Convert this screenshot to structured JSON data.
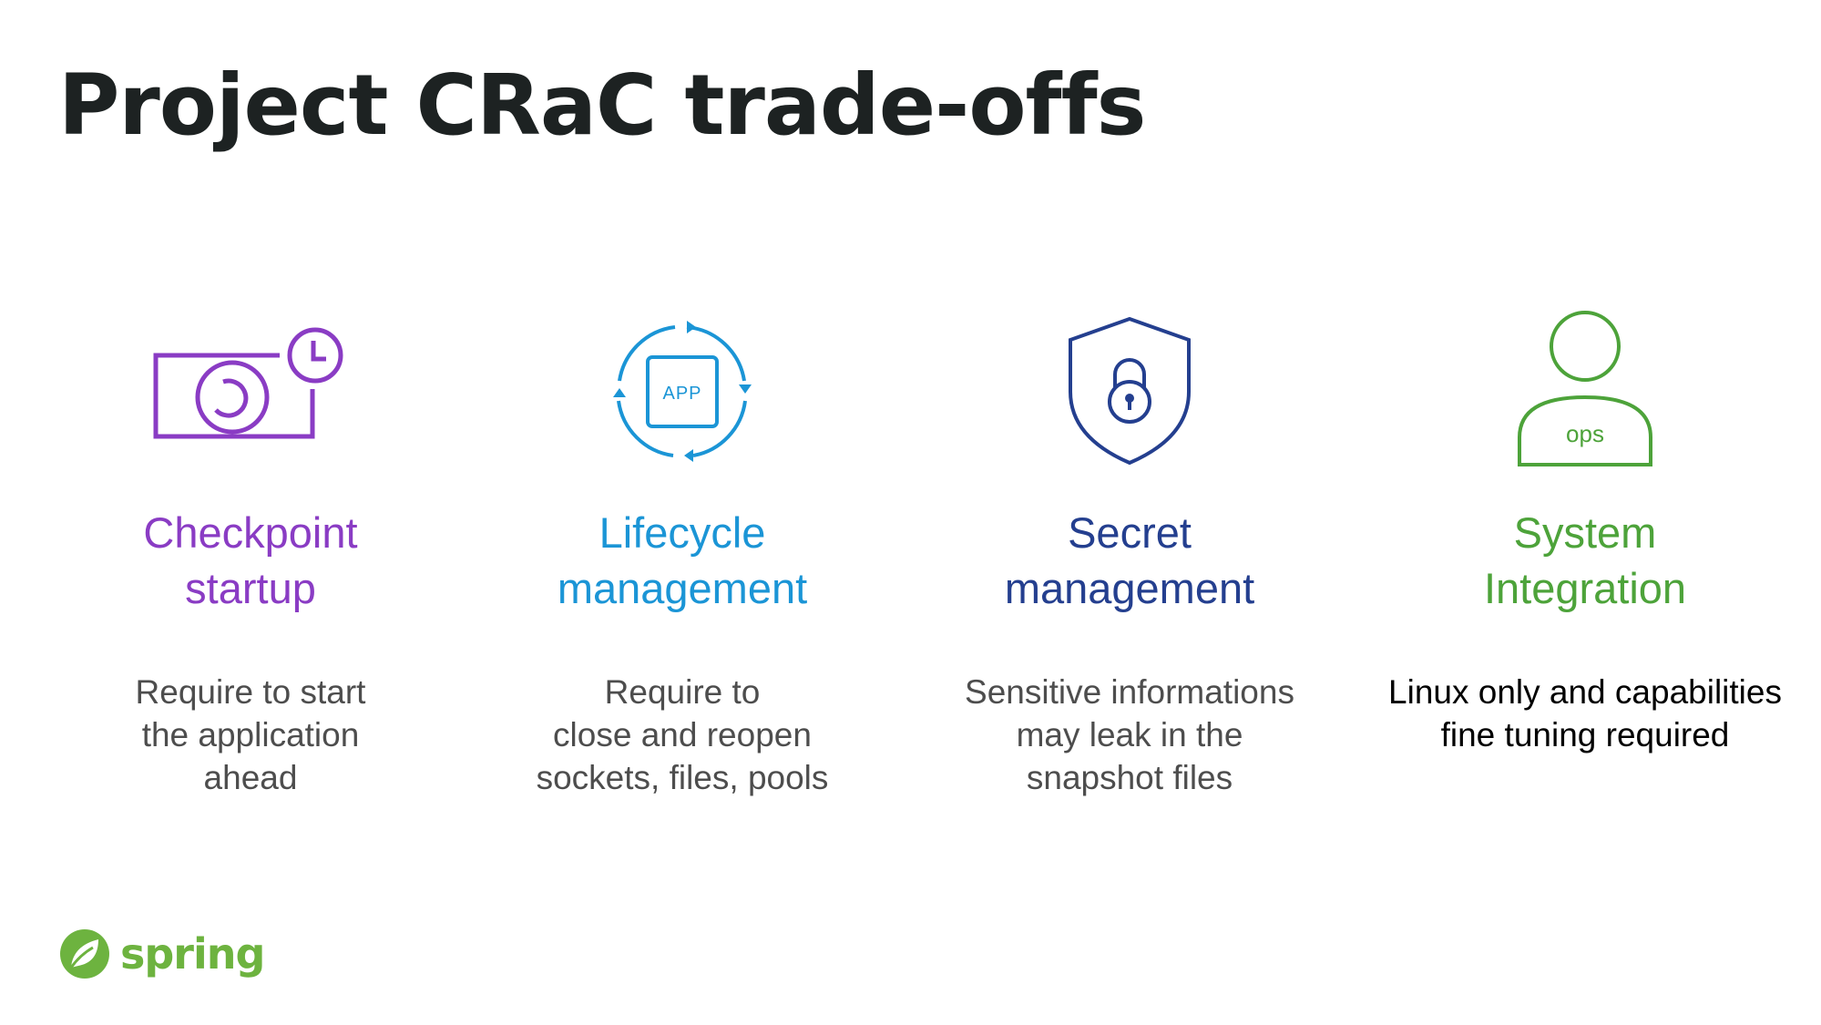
{
  "title": "Project CRaC trade-offs",
  "columns": [
    {
      "icon": "camera-clock-icon",
      "color": "#8a3cc4",
      "heading": [
        "Checkpoint",
        "startup"
      ],
      "desc": [
        "Require to start",
        "the application",
        "ahead"
      ]
    },
    {
      "icon": "app-lifecycle-icon",
      "color": "#1b95d6",
      "icon_label": "APP",
      "heading": [
        "Lifecycle",
        "management"
      ],
      "desc": [
        "Require to",
        "close and reopen",
        "sockets, files, pools"
      ]
    },
    {
      "icon": "shield-lock-icon",
      "color": "#243f8f",
      "heading": [
        "Secret",
        "management"
      ],
      "desc": [
        "Sensitive informations",
        "may leak in the",
        "snapshot files"
      ]
    },
    {
      "icon": "ops-user-icon",
      "color": "#4da33a",
      "icon_label": "ops",
      "heading": [
        "System",
        "Integration"
      ],
      "desc": [
        "Linux only and capabilities",
        "fine tuning required"
      ],
      "desc_color": "#000000"
    }
  ],
  "logo": {
    "text": "spring",
    "color": "#6db33f"
  }
}
